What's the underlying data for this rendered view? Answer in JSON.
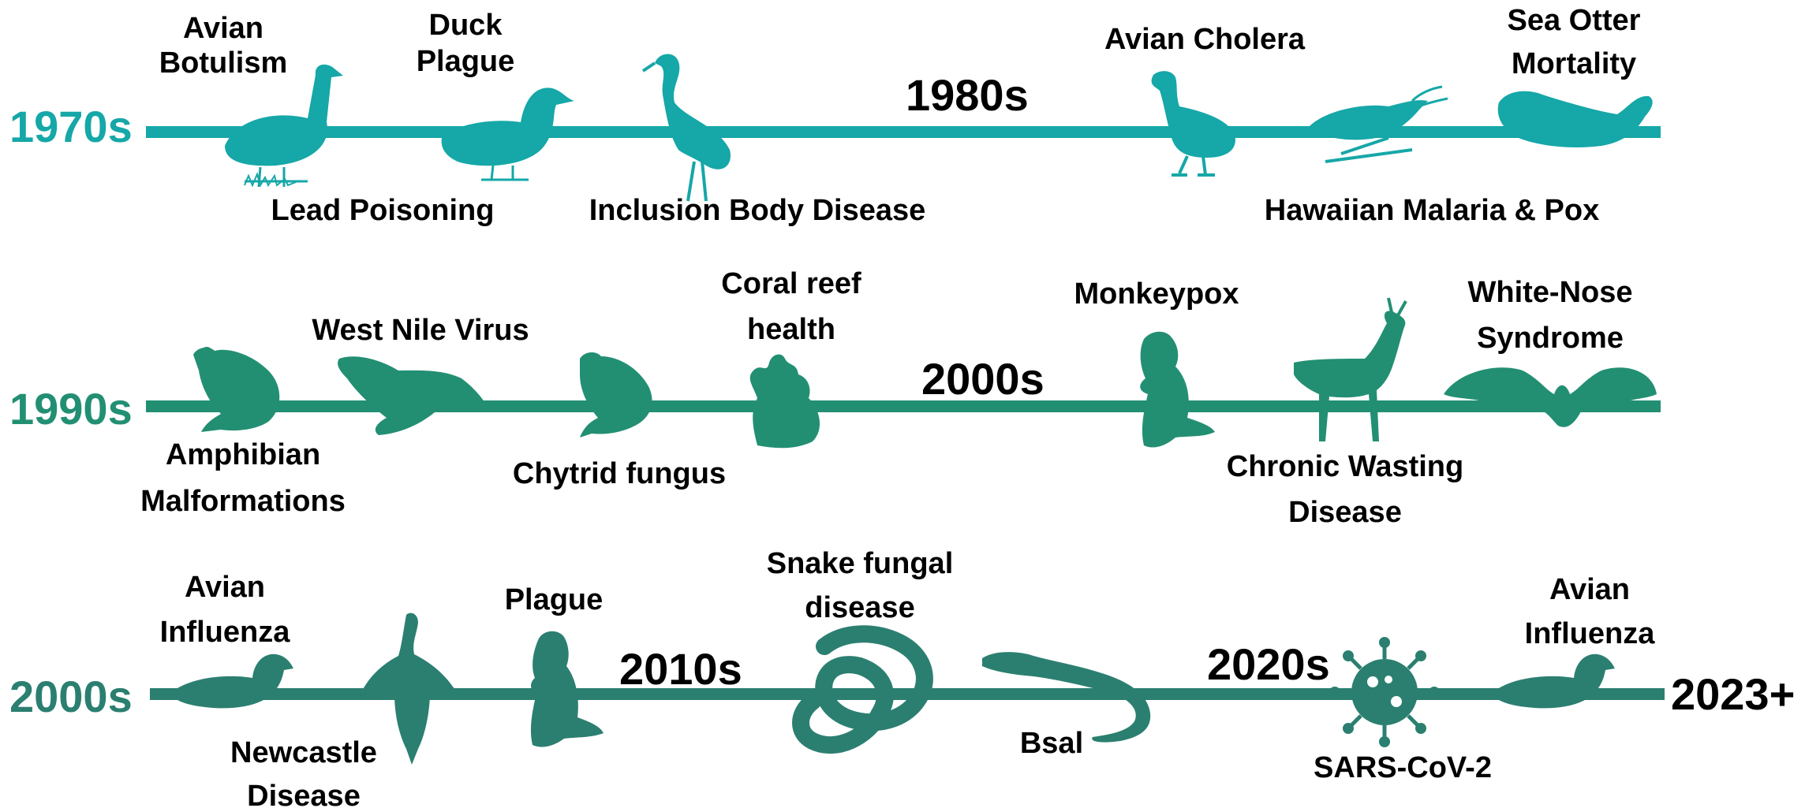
{
  "colors": {
    "row1": "#16a7a8",
    "row2": "#228f73",
    "row3": "#2b7f70",
    "text": "#000000"
  },
  "rows": [
    {
      "start_label": "1970s",
      "mid_label": "1980s",
      "end_label": "",
      "events": [
        {
          "lines": [
            "Avian",
            "Botulism"
          ],
          "icon": "goose-icon"
        },
        {
          "lines": [
            "Duck",
            "Plague"
          ],
          "icon": "duck-icon"
        },
        {
          "lines": [
            "Lead Poisoning"
          ],
          "icon": ""
        },
        {
          "lines": [
            "Inclusion Body Disease"
          ],
          "icon": "crane-icon"
        },
        {
          "lines": [
            "Avian Cholera"
          ],
          "icon": "coot-icon"
        },
        {
          "lines": [
            "Sea Otter",
            "Mortality"
          ],
          "icon": "sea-otter-icon"
        },
        {
          "lines": [
            "Hawaiian Malaria & Pox"
          ],
          "icon": "honeycreeper-icon"
        }
      ]
    },
    {
      "start_label": "1990s",
      "mid_label": "2000s",
      "end_label": "",
      "events": [
        {
          "lines": [
            "West Nile Virus"
          ],
          "icon": "crow-icon"
        },
        {
          "lines": [
            "Amphibian",
            "Malformations"
          ],
          "icon": "frog-icon"
        },
        {
          "lines": [
            "Chytrid fungus"
          ],
          "icon": "frog-icon"
        },
        {
          "lines": [
            "Coral reef",
            "health"
          ],
          "icon": "coral-icon"
        },
        {
          "lines": [
            "Monkeypox"
          ],
          "icon": "prairie-dog-icon"
        },
        {
          "lines": [
            "Chronic Wasting",
            "Disease"
          ],
          "icon": "deer-icon"
        },
        {
          "lines": [
            "White-Nose",
            "Syndrome"
          ],
          "icon": "bat-icon"
        }
      ]
    },
    {
      "start_label": "2000s",
      "mid_label": "2010s",
      "mid_label_2": "2020s",
      "end_label": "2023+",
      "events": [
        {
          "lines": [
            "Avian",
            "Influenza"
          ],
          "icon": "swimming-duck-icon"
        },
        {
          "lines": [
            "Newcastle",
            "Disease"
          ],
          "icon": "cormorant-icon"
        },
        {
          "lines": [
            "Plague"
          ],
          "icon": "prairie-dog-icon"
        },
        {
          "lines": [
            "Snake fungal",
            "disease"
          ],
          "icon": "snake-icon"
        },
        {
          "lines": [
            "Bsal"
          ],
          "icon": "salamander-icon"
        },
        {
          "lines": [
            "SARS-CoV-2"
          ],
          "icon": "virus-icon"
        },
        {
          "lines": [
            "Avian",
            "Influenza"
          ],
          "icon": "swimming-duck-icon"
        }
      ]
    }
  ]
}
